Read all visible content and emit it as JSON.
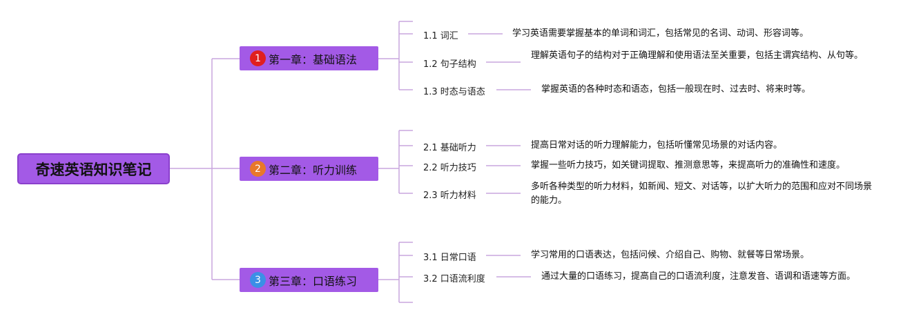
{
  "colors": {
    "node_fill": "#a35ae6",
    "connector": "#c9a6de",
    "badge_1": "#e01f1f",
    "badge_2": "#e8782a",
    "badge_3": "#3b8fe6"
  },
  "root": {
    "title": "奇速英语知识笔记"
  },
  "chapters": [
    {
      "badge": "1",
      "title": "第一章：基础语法",
      "sections": [
        {
          "label": "1.1 词汇",
          "desc": "学习英语需要掌握基本的单词和词汇，包括常见的名词、动词、形容词等。"
        },
        {
          "label": "1.2 句子结构",
          "desc": "理解英语句子的结构对于正确理解和使用语法至关重要，包括主谓宾结构、从句等。"
        },
        {
          "label": "1.3 时态与语态",
          "desc": "掌握英语的各种时态和语态，包括一般现在时、过去时、将来时等。"
        }
      ]
    },
    {
      "badge": "2",
      "title": "第二章：听力训练",
      "sections": [
        {
          "label": "2.1 基础听力",
          "desc": "提高日常对话的听力理解能力，包括听懂常见场景的对话内容。"
        },
        {
          "label": "2.2 听力技巧",
          "desc": "掌握一些听力技巧，如关键词提取、推测意思等，来提高听力的准确性和速度。"
        },
        {
          "label": "2.3 听力材料",
          "desc": "多听各种类型的听力材料，如新闻、短文、对话等，以扩大听力的范围和应对不同场景的能力。"
        }
      ]
    },
    {
      "badge": "3",
      "title": "第三章：口语练习",
      "sections": [
        {
          "label": "3.1 日常口语",
          "desc": "学习常用的口语表达，包括问候、介绍自己、购物、就餐等日常场景。"
        },
        {
          "label": "3.2 口语流利度",
          "desc": "通过大量的口语练习，提高自己的口语流利度，注意发音、语调和语速等方面。"
        }
      ]
    }
  ]
}
